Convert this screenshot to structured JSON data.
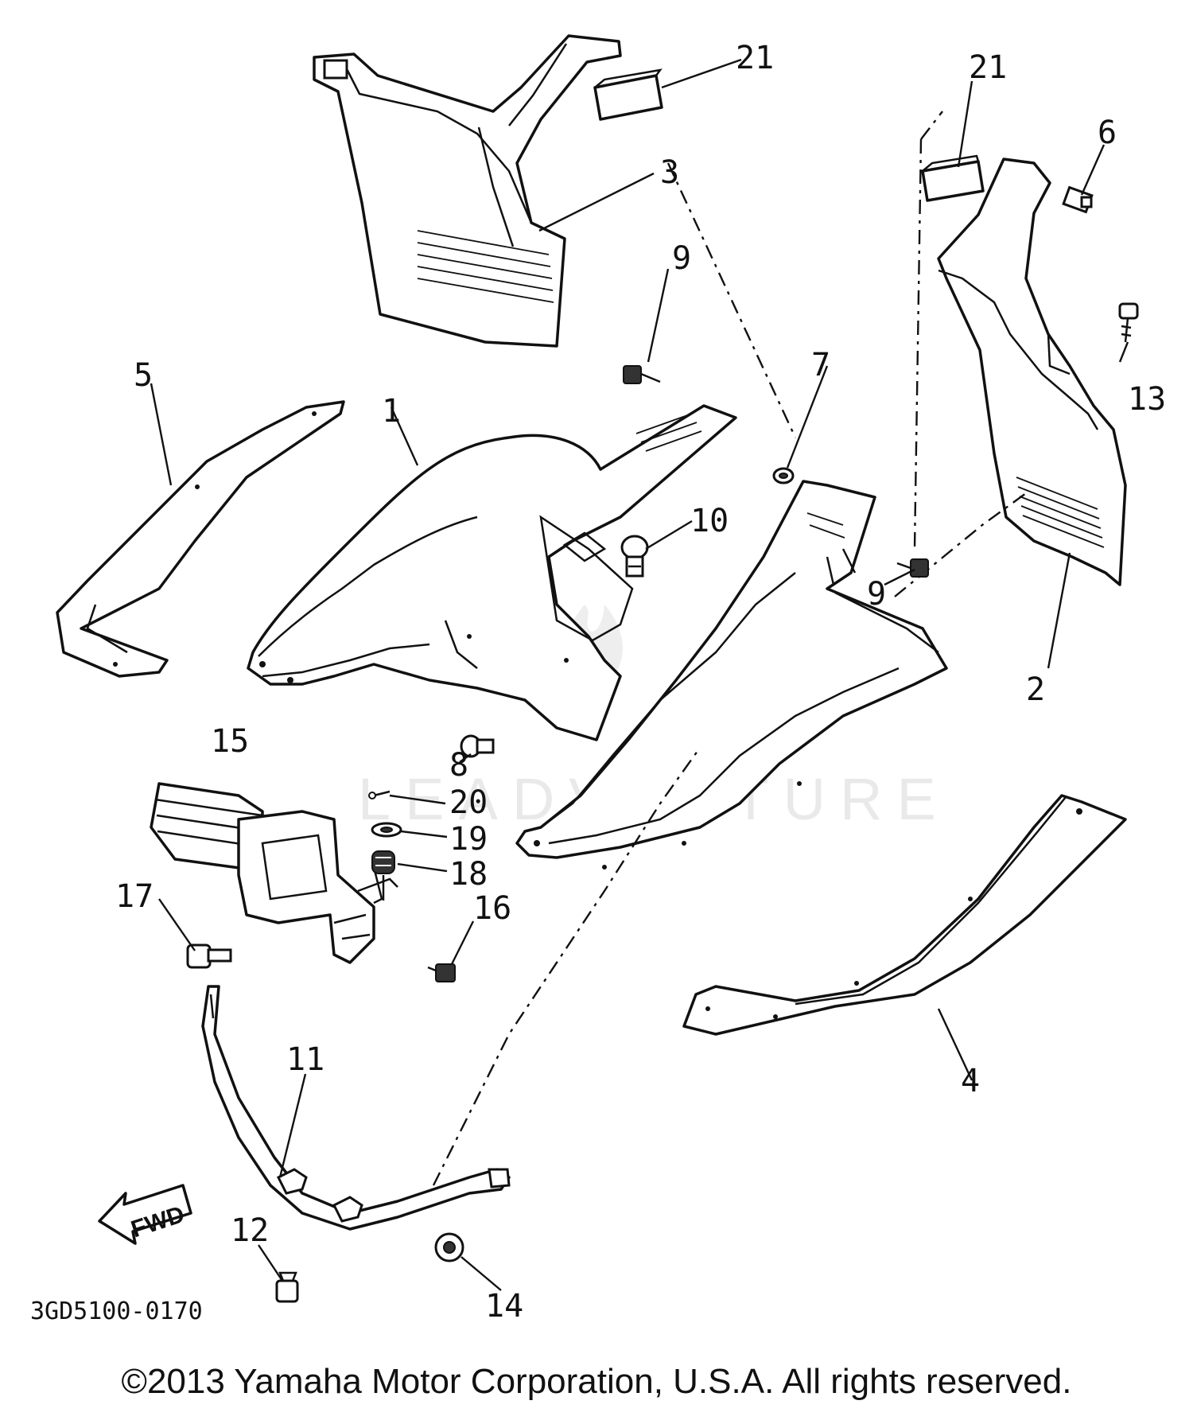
{
  "diagram": {
    "code": "3GD5100-0170",
    "fwd_label": "FWD",
    "watermark": "LEADVENTURE",
    "callouts": {
      "c1": "1",
      "c2": "2",
      "c3": "3",
      "c4": "4",
      "c5": "5",
      "c6": "6",
      "c7": "7",
      "c8": "8",
      "c9a": "9",
      "c9b": "9",
      "c10": "10",
      "c11": "11",
      "c12": "12",
      "c13": "13",
      "c14": "14",
      "c15": "15",
      "c16": "16",
      "c17": "17",
      "c18": "18",
      "c19": "19",
      "c20": "20",
      "c21a": "21",
      "c21b": "21"
    }
  },
  "footer": {
    "copyright": "©2013 Yamaha Motor Corporation, U.S.A. All rights reserved."
  }
}
